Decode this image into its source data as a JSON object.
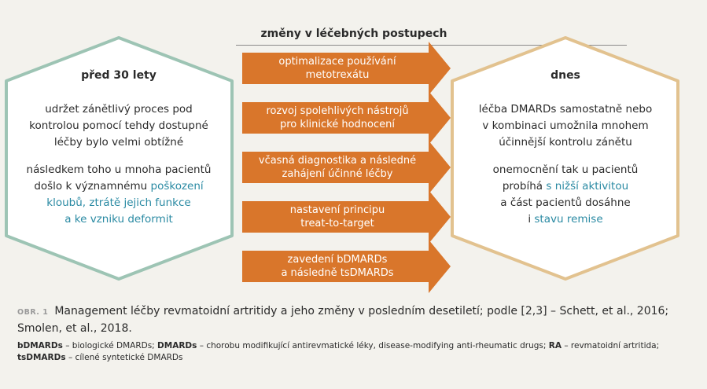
{
  "header": {
    "title": "změny v léčebných postupech"
  },
  "left_panel": {
    "heading": "před 30 lety",
    "para1": [
      "udržet zánětlivý proces pod",
      "kontrolou pomocí tehdy dostupné",
      "léčby bylo velmi obtížné"
    ],
    "para2_plain_1": "následkem toho u mnoha pacientů",
    "para2_plain_2": "došlo k významnému ",
    "para2_hl_1": "poškození",
    "para2_hl_2": "kloubů, ztrátě jejich funkce",
    "para2_hl_3": "a ke vzniku deformit"
  },
  "right_panel": {
    "heading": "dnes",
    "para1": [
      "léčba DMARDs samostatně nebo",
      "v kombinaci umožnila mnohem",
      "účinnější kontrolu zánětu"
    ],
    "para2_l1": "onemocnění tak u pacientů",
    "para2_l2_plain": "probíhá ",
    "para2_l2_hl": "s nižší aktivitou",
    "para2_l3": "a část pacientů dosáhne",
    "para2_l4_plain": "i ",
    "para2_l4_hl": "stavu remise"
  },
  "arrows": [
    {
      "line1": "optimalizace používání",
      "line2": "metotrexátu"
    },
    {
      "line1": "rozvoj spolehlivých nástrojů",
      "line2": "pro klinické hodnocení"
    },
    {
      "line1": "včasná diagnostika a následné",
      "line2": "zahájení účinné léčby"
    },
    {
      "line1": "nastavení principu",
      "line2": "treat-to-target"
    },
    {
      "line1": "zavedení bDMARDs",
      "line2": "a následně tsDMARDs"
    }
  ],
  "caption": {
    "label": "OBR. 1",
    "text": "Management léčby revmatoidní artritidy a jeho změny v posledním desetiletí; podle [2,3] – Schett, et al., 2016; Smolen, et al., 2018."
  },
  "legend": {
    "t1b": "bDMARDs",
    "t1": " – biologické DMARDs; ",
    "t2b": "DMARDs",
    "t2": " – chorobu modifikující antirevmatické léky, disease-modifying anti-rheumatic drugs; ",
    "t3b": "RA",
    "t3": " – revmatoidní artritida; ",
    "t4b": "tsDMARDs",
    "t4": " – cílené syntetické DMARDs"
  },
  "colors": {
    "left_border": "#9dc4b4",
    "right_border": "#e2c28f",
    "arrow_fill": "#d9762b",
    "highlight": "#2a8aa3",
    "background": "#f3f2ed"
  }
}
